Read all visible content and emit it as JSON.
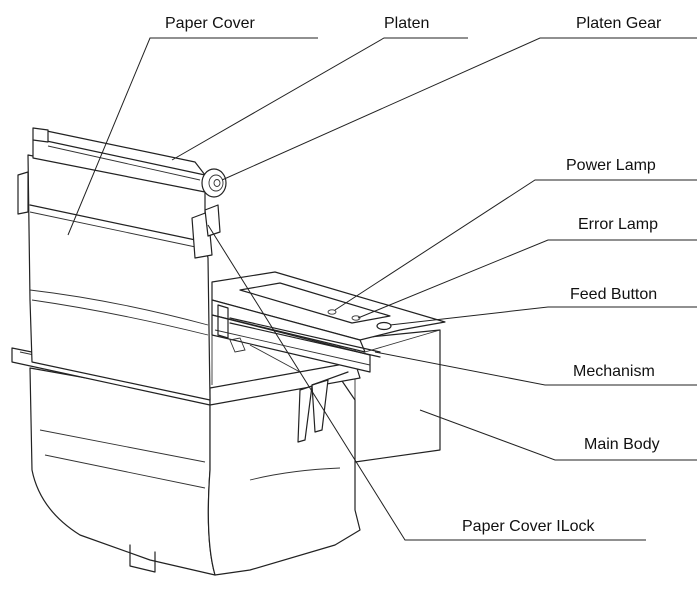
{
  "labels": {
    "paper_cover": "Paper Cover",
    "platen": "Platen",
    "platen_gear": "Platen Gear",
    "power_lamp": "Power Lamp",
    "error_lamp": "Error Lamp",
    "feed_button": "Feed Button",
    "mechanism": "Mechanism",
    "main_body": "Main Body",
    "paper_cover_lock": "Paper Cover ILock"
  }
}
